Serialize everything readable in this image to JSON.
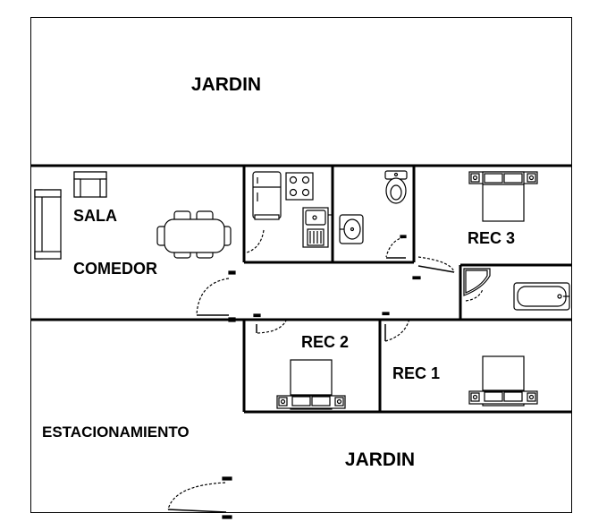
{
  "plan": {
    "labels": {
      "jardin_top": "JARDIN",
      "sala": "SALA",
      "comedor": "COMEDOR",
      "rec3": "REC 3",
      "rec2": "REC 2",
      "rec1": "REC 1",
      "estacionamiento": "ESTACIONAMIENTO",
      "jardin_bottom": "JARDIN"
    },
    "colors": {
      "wall": "#000000",
      "background": "#ffffff"
    },
    "icons": [
      "sofa-icon",
      "armchair-icon",
      "dining-table-icon",
      "refrigerator-icon",
      "stove-icon",
      "kitchen-sink-icon",
      "toilet-icon",
      "bathroom-sink-icon",
      "shower-icon",
      "bathtub-icon",
      "bed-icon",
      "door-swing-icon"
    ]
  }
}
